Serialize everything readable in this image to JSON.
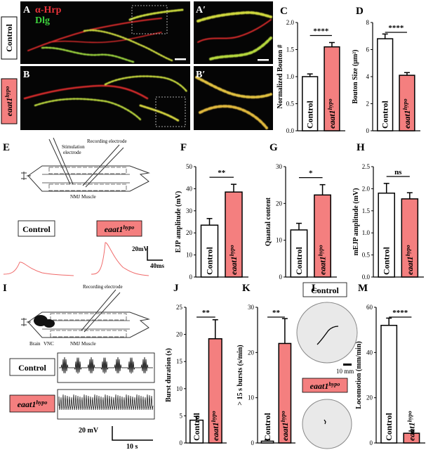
{
  "panels": {
    "A": "A",
    "A_prime": "A′",
    "B": "B",
    "B_prime": "B′",
    "C": "C",
    "D": "D",
    "E": "E",
    "F": "F",
    "G": "G",
    "H": "H",
    "I": "I",
    "J": "J",
    "K": "K",
    "L": "L",
    "M": "M"
  },
  "conditions": {
    "control": "Control",
    "mutant": "eaat1",
    "mutant_sup": "hypo"
  },
  "stain_labels": {
    "hrp": "α-Hrp",
    "dlg": "Dlg"
  },
  "schematic_E": {
    "stim": "Stimulation",
    "stim2": "electrode",
    "rec": "Recording electrode",
    "nmj": "NMJ",
    "muscle": "Muscle"
  },
  "schematic_I": {
    "rec": "Recording electrode",
    "brain": "Brain",
    "vnc": "VNC",
    "nmj": "NMJ",
    "muscle": "Muscle"
  },
  "scalebars": {
    "ejp_v": "20mV",
    "ejp_t": "40ms",
    "burst_v": "20 mV",
    "burst_t": "10 s",
    "track": "10 mm"
  },
  "colors": {
    "mutant_bar": "#f47f7f",
    "control_bar": "#ffffff",
    "trace": "#f06a6a",
    "hrp": "#e8323a",
    "dlg": "#3dd23d"
  },
  "chart_data": [
    {
      "id": "C",
      "type": "bar",
      "ylabel": "Normalized Bouton #",
      "ylim": [
        0,
        2.0
      ],
      "yticks": [
        "0.0",
        "0.5",
        "1.0",
        "1.5",
        "2.0"
      ],
      "categories": [
        "Control",
        "eaat1hypo"
      ],
      "values": [
        1.0,
        1.55
      ],
      "errors": [
        0.05,
        0.08
      ],
      "significance": "****"
    },
    {
      "id": "D",
      "type": "bar",
      "ylabel": "Bouton Size (μm²)",
      "ylim": [
        0,
        8
      ],
      "yticks": [
        "0",
        "2",
        "4",
        "6",
        "8"
      ],
      "categories": [
        "Control",
        "eaat1hypo"
      ],
      "values": [
        6.8,
        4.1
      ],
      "errors": [
        0.35,
        0.2
      ],
      "significance": "****"
    },
    {
      "id": "F",
      "type": "bar",
      "ylabel": "EJP amplitude (mV)",
      "ylim": [
        0,
        50
      ],
      "yticks": [
        "0",
        "10",
        "20",
        "30",
        "40",
        "50"
      ],
      "categories": [
        "Control",
        "eaat1hypo"
      ],
      "values": [
        23.5,
        38.5
      ],
      "errors": [
        3.0,
        3.5
      ],
      "significance": "**"
    },
    {
      "id": "G",
      "type": "bar",
      "ylabel": "Quantal content",
      "ylim": [
        0,
        30
      ],
      "yticks": [
        "0",
        "10",
        "20",
        "30"
      ],
      "categories": [
        "Control",
        "eaat1hypo"
      ],
      "values": [
        12.8,
        22.3
      ],
      "errors": [
        1.8,
        2.8
      ],
      "significance": "*"
    },
    {
      "id": "H",
      "type": "bar",
      "ylabel": "mEJP amplitude (mV)",
      "ylim": [
        0,
        2.5
      ],
      "yticks": [
        "0.0",
        "0.5",
        "1.0",
        "1.5",
        "2.0",
        "2.5"
      ],
      "categories": [
        "Control",
        "eaat1hypo"
      ],
      "values": [
        1.9,
        1.77
      ],
      "errors": [
        0.22,
        0.14
      ],
      "significance": "ns"
    },
    {
      "id": "J",
      "type": "bar",
      "ylabel": "Burst  duration (s)",
      "ylim": [
        0,
        25
      ],
      "yticks": [
        "0",
        "5",
        "10",
        "15",
        "20",
        "25"
      ],
      "categories": [
        "Control",
        "eaat1hypo"
      ],
      "values": [
        4.2,
        19.2
      ],
      "errors": [
        0.7,
        3.5
      ],
      "significance": "**"
    },
    {
      "id": "K",
      "type": "bar",
      "ylabel": "> 15 s bursts (s/min)",
      "ylim": [
        0,
        30
      ],
      "yticks": [
        "0",
        "10",
        "20",
        "30"
      ],
      "categories": [
        "Control",
        "eaat1hypo"
      ],
      "values": [
        0.4,
        22.0
      ],
      "errors": [
        0.3,
        5.5
      ],
      "significance": "**"
    },
    {
      "id": "M",
      "type": "bar",
      "ylabel": "Locomotion (mm/min)",
      "ylim": [
        0,
        60
      ],
      "yticks": [
        "0",
        "20",
        "40",
        "60"
      ],
      "categories": [
        "Control",
        "eaat1hypo"
      ],
      "values": [
        52.0,
        4.3
      ],
      "errors": [
        3.2,
        1.0
      ],
      "significance": "****"
    }
  ]
}
